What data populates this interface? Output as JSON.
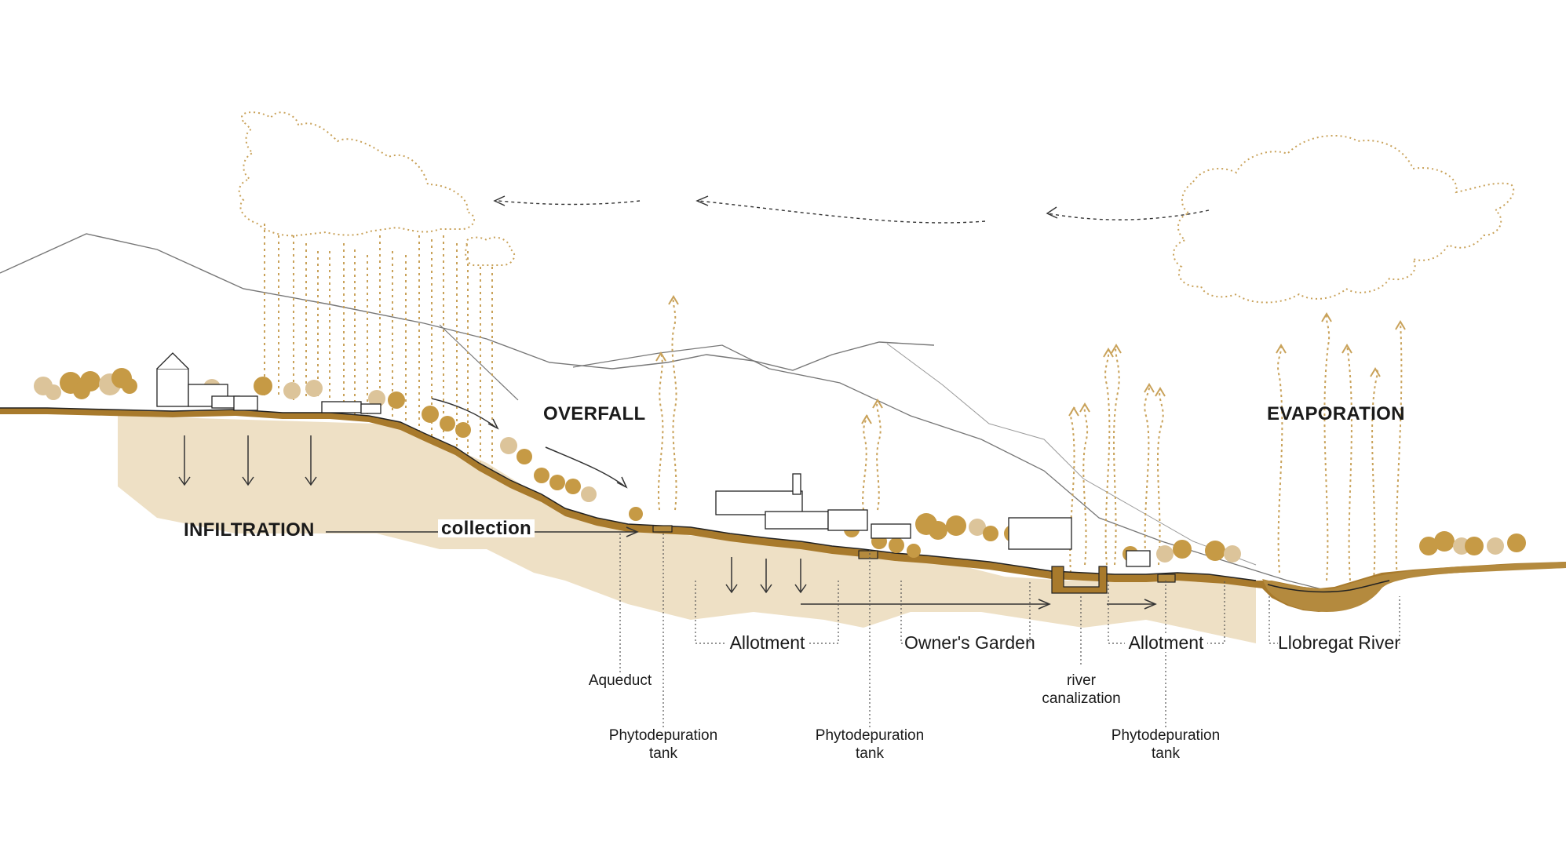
{
  "labels": {
    "overfall": "OVERFALL",
    "evaporation": "EVAPORATION",
    "infiltration": "INFILTRATION",
    "collection": "collection",
    "allotment_1": "Allotment",
    "owners_garden": "Owner's Garden",
    "allotment_2": "Allotment",
    "llobregat_river": "Llobregat River",
    "aqueduct": "Aqueduct",
    "river_canalization": [
      "river",
      "canalization"
    ],
    "phyto_1": [
      "Phytodepuration",
      "tank"
    ],
    "phyto_2": [
      "Phytodepuration",
      "tank"
    ],
    "phyto_3": [
      "Phytodepuration",
      "tank"
    ]
  },
  "colors": {
    "ground": "#a87a2c",
    "soil_fill": "#d8bc86",
    "tree_dark": "#c69a45",
    "tree_light": "#dcc49a",
    "rain": "#c9a25a",
    "line": "#333333",
    "mountain": "#777777"
  }
}
